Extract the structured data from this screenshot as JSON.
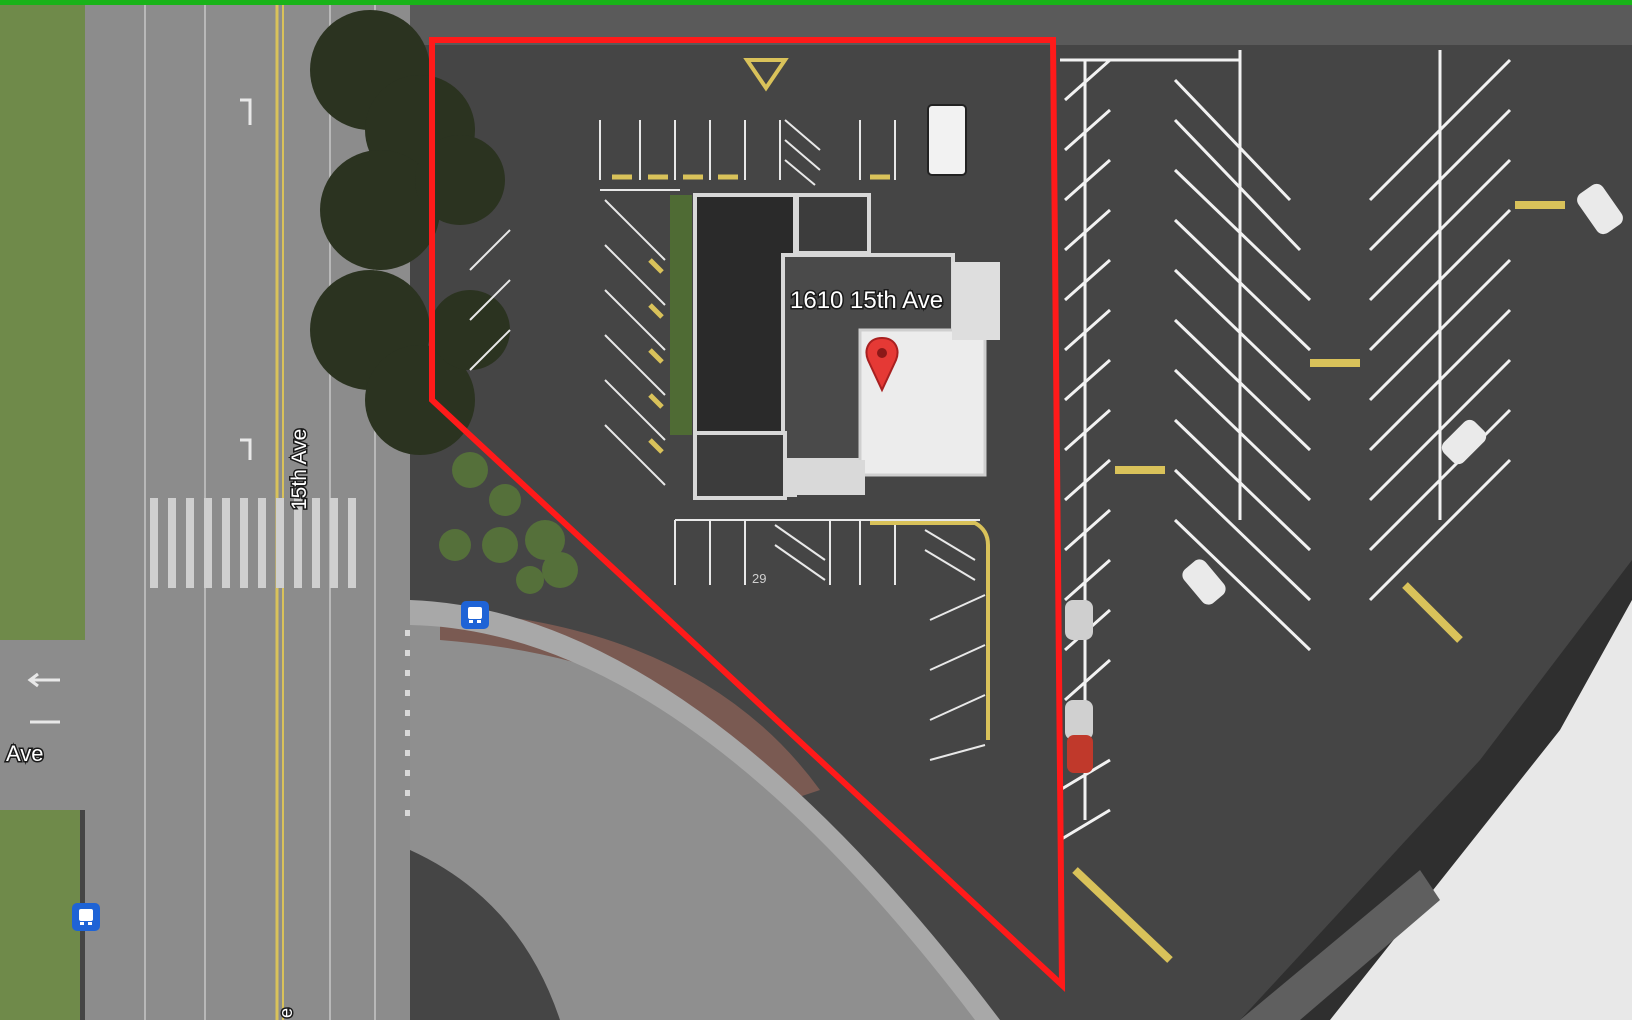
{
  "labels": {
    "street_vertical": "15th Ave",
    "street_left": "Ave",
    "street_bottom": "e",
    "address": "1610 15th Ave",
    "stall_number": "29"
  },
  "colors": {
    "boundary": "#ff1a1a",
    "top_border": "#19b319",
    "marker": "#e53935",
    "transit_badge": "#1e63d6",
    "asphalt": "#4a4a4a",
    "road": "#8a8a8a",
    "grass": "#6f8a4a",
    "paint_white": "#f2f2f2",
    "paint_yellow": "#d9c25a"
  },
  "icons": [
    "location-pin-icon",
    "bus-stop-icon",
    "accessible-parking-icon",
    "turn-arrow-icon"
  ]
}
